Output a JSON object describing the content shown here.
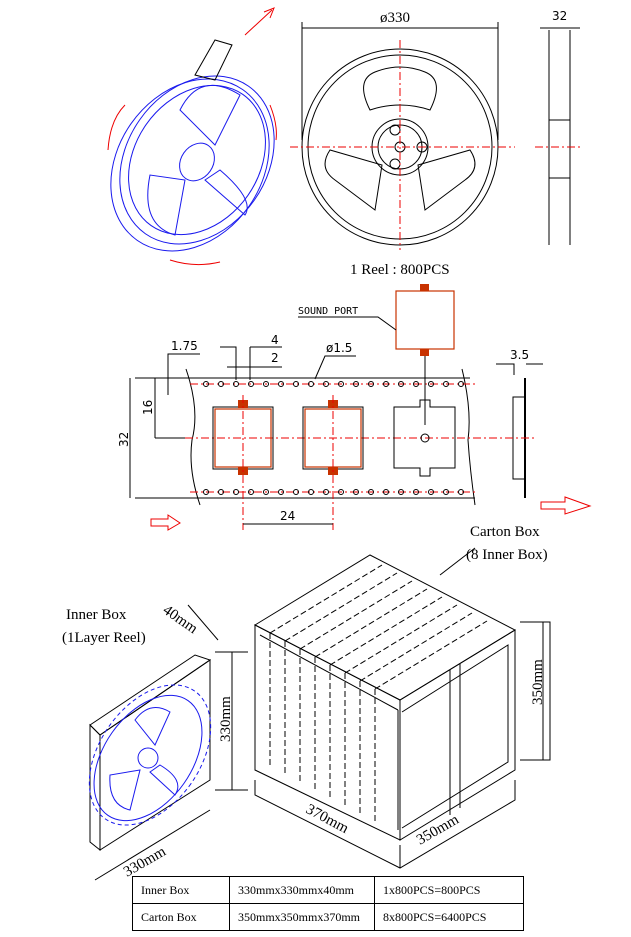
{
  "reel": {
    "diameter_label": "ø330",
    "width_label": "32",
    "quantity_label": "1 Reel : 800PCS"
  },
  "tape": {
    "sound_port_label": "SOUND PORT",
    "dim_1_75": "1.75",
    "dim_4": "4",
    "dim_2": "2",
    "dim_hole": "ø1.5",
    "dim_3_5": "3.5",
    "dim_16": "16",
    "dim_32": "32",
    "dim_24": "24"
  },
  "carton": {
    "title": "Carton Box",
    "subtitle": "(8 Inner Box)",
    "dim_length": "370mm",
    "dim_width": "350mm",
    "dim_height": "350mm"
  },
  "inner_box": {
    "title": "Inner Box",
    "subtitle": "(1Layer Reel)",
    "dim_depth": "40mm",
    "dim_height": "330mm",
    "dim_width": "330mm"
  },
  "table": {
    "rows": [
      {
        "name": "Inner Box",
        "size": "330mmx330mmx40mm",
        "qty": "1x800PCS=800PCS"
      },
      {
        "name": "Carton Box",
        "size": "350mmx350mmx370mm",
        "qty": "8x800PCS=6400PCS"
      }
    ]
  },
  "colors": {
    "accent_red": "#e00000",
    "reel_blue": "#1a1aee",
    "component_orange": "#c83200"
  }
}
